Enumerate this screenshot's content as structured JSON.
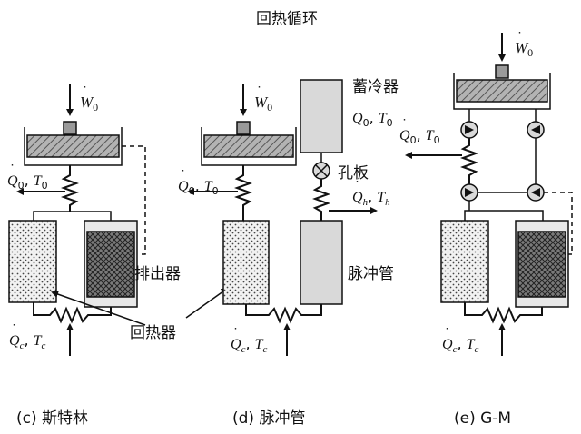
{
  "title": "回热循环",
  "captions": {
    "stirling": "(c) 斯特林",
    "pulse_tube": "(d) 脉冲管",
    "gm": "(e) G-M"
  },
  "labels": {
    "displacer": "排出器",
    "regenerator": "回热器",
    "reservoir": "蓄冷器",
    "orifice": "孔板",
    "pulse_tube": "脉冲管"
  },
  "symbols": {
    "W0": {
      "base": "W",
      "sub": "0"
    },
    "Q0T0": {
      "q": "Q",
      "qsub": "0",
      "t": "T",
      "tsub": "0"
    },
    "QcTc": {
      "q": "Q",
      "qsub": "c",
      "t": "T",
      "tsub": "c"
    },
    "QhTh": {
      "q": "Q",
      "qsub": "h",
      "t": "T",
      "tsub": "h"
    }
  },
  "colors": {
    "stroke": "#111111",
    "fill_gray": "#d9d9d9",
    "piston_hatch": "#8c8c8c",
    "dots": "#333333",
    "displacer_fill": "#6e6e6e"
  }
}
